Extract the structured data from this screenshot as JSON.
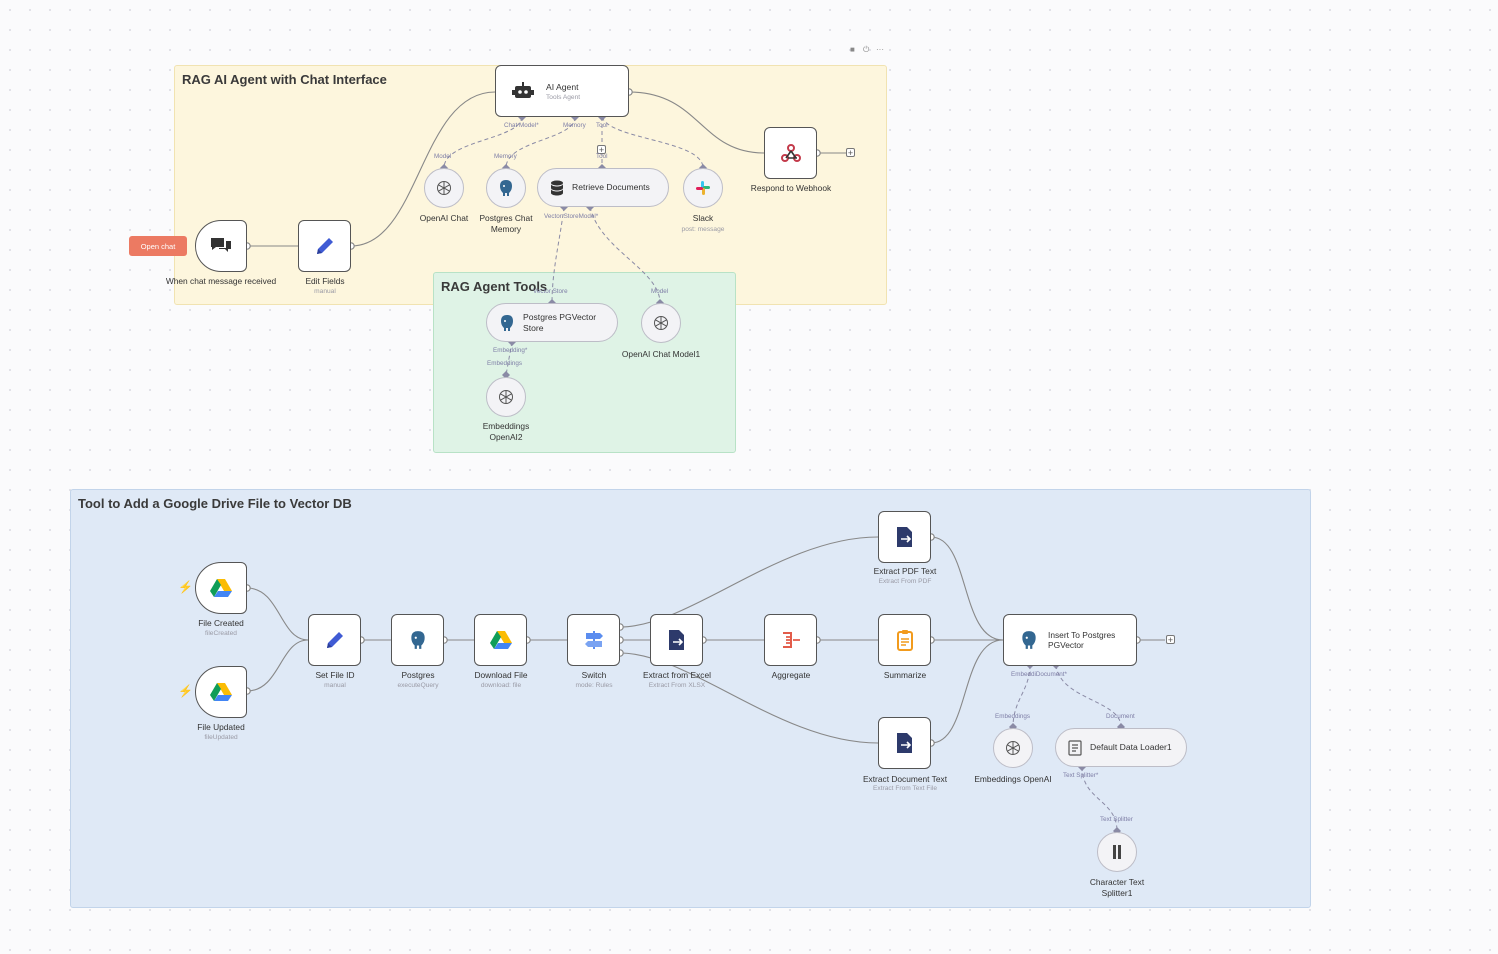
{
  "toolbar": {
    "icons": [
      "trash-icon",
      "power-icon",
      "more-icon"
    ],
    "more": "···"
  },
  "stickies": {
    "rag_agent": "RAG AI Agent with Chat Interface",
    "rag_tools": "RAG Agent Tools",
    "drive_tool": "Tool to Add a Google Drive File to Vector DB"
  },
  "open_chat": "Open chat",
  "nodes": {
    "chat_trigger": {
      "label": "When chat message received"
    },
    "edit_fields": {
      "label": "Edit Fields",
      "sub": "manual"
    },
    "ai_agent": {
      "label": "AI Agent",
      "sub": "Tools Agent"
    },
    "respond_webhook": {
      "label": "Respond to Webhook"
    },
    "openai_chat": {
      "label": "OpenAI Chat"
    },
    "postgres_memory": {
      "label": "Postgres Chat Memory"
    },
    "retrieve_docs": {
      "label": "Retrieve Documents"
    },
    "slack": {
      "label": "Slack",
      "sub": "post: message"
    },
    "pgvector_store": {
      "label": "Postgres PGVector Store"
    },
    "openai_chat_model1": {
      "label": "OpenAI Chat Model1"
    },
    "embeddings_openai2": {
      "label": "Embeddings OpenAI2"
    },
    "file_created": {
      "label": "File Created",
      "sub": "fileCreated"
    },
    "file_updated": {
      "label": "File Updated",
      "sub": "fileUpdated"
    },
    "set_file_id": {
      "label": "Set File ID",
      "sub": "manual"
    },
    "postgres": {
      "label": "Postgres",
      "sub": "executeQuery"
    },
    "download_file": {
      "label": "Download File",
      "sub": "download: file"
    },
    "switch": {
      "label": "Switch",
      "sub": "mode: Rules"
    },
    "extract_excel": {
      "label": "Extract from Excel",
      "sub": "Extract From XLSX"
    },
    "extract_pdf": {
      "label": "Extract PDF Text",
      "sub": "Extract From PDF"
    },
    "aggregate": {
      "label": "Aggregate"
    },
    "summarize": {
      "label": "Summarize"
    },
    "extract_doc": {
      "label": "Extract Document Text",
      "sub": "Extract From Text File"
    },
    "insert_pgvector": {
      "label": "Insert To Postgres PGVector"
    },
    "embeddings_openai": {
      "label": "Embeddings OpenAI"
    },
    "default_loader": {
      "label": "Default Data Loader1"
    },
    "char_splitter": {
      "label": "Character Text Splitter1"
    }
  },
  "pins": {
    "chat_model_req": "Chat Model*",
    "memory": "Memory",
    "tool": "Tool",
    "model": "Model",
    "vector_store_model": "Vector StoreModel*",
    "vector_store": "Vector Store",
    "embedding_req": "Embedding*",
    "embeddings": "Embeddings",
    "embedd_document": "EmbeddiDocument*",
    "document": "Document",
    "text_splitter_req": "Text Splitter*",
    "text_splitter": "Text Splitter"
  },
  "colors": {
    "sticky_yellow": "#fdf6dd",
    "sticky_green": "#dff3e6",
    "sticky_blue": "#dfe9f6",
    "accent": "#ec7a62"
  }
}
